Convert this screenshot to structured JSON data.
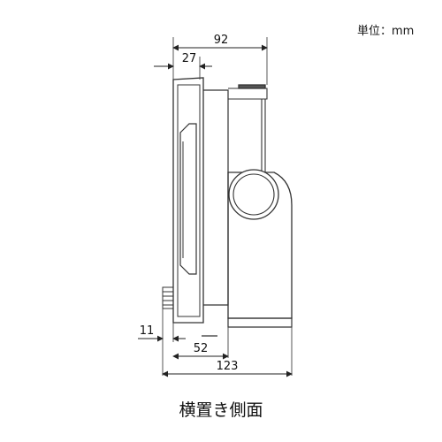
{
  "unit_note": "単位：mm",
  "caption": "横置き側面",
  "dimensions": {
    "overall_depth": "92",
    "panel_depth": "27",
    "offset": "11",
    "base_depth": "52",
    "total_depth": "123"
  }
}
